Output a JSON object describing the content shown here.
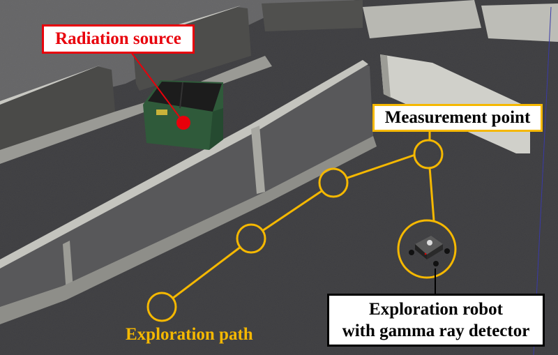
{
  "labels": {
    "radiation_source": "Radiation source",
    "measurement_point": "Measurement point",
    "robot_line1": "Exploration robot",
    "robot_line2": "with gamma ray detector",
    "exploration_path": "Exploration path"
  },
  "colors": {
    "radiation_red": "#e8000b",
    "path_yellow": "#f5b800",
    "asphalt": "#3d3d3f",
    "sky_gray": "#8f8f8f",
    "barrier": "#b9b9b5",
    "dumpster_green": "#2f5a3a"
  },
  "path": {
    "measurement_points_count": 4
  }
}
